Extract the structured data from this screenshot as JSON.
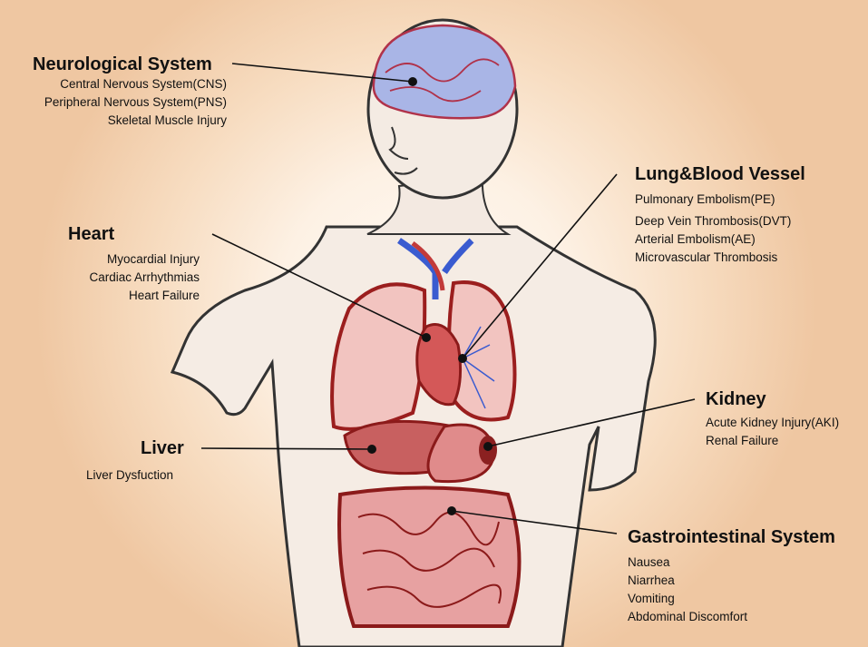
{
  "systems": [
    {
      "key": "neuro",
      "title": "Neurological System",
      "items": [
        "Central Nervous System(CNS)",
        "Peripheral Nervous System(PNS)",
        "Skeletal Muscle Injury"
      ]
    },
    {
      "key": "lung",
      "title": "Lung&Blood Vessel",
      "items": [
        "Pulmonary Embolism(PE)",
        "Deep Vein Thrombosis(DVT)",
        "Arterial Embolism(AE)",
        "Microvascular Thrombosis"
      ]
    },
    {
      "key": "heart",
      "title": "Heart",
      "items": [
        "Myocardial Injury",
        "Cardiac Arrhythmias",
        "Heart Failure"
      ]
    },
    {
      "key": "kidney",
      "title": "Kidney",
      "items": [
        "Acute Kidney Injury(AKI)",
        "Renal Failure"
      ]
    },
    {
      "key": "liver",
      "title": "Liver",
      "items": [
        "Liver Dysfuction"
      ]
    },
    {
      "key": "gi",
      "title": "Gastrointestinal System",
      "items": [
        "Nausea",
        "Niarrhea",
        "Vomiting",
        "Abdominal Discomfort"
      ]
    }
  ]
}
